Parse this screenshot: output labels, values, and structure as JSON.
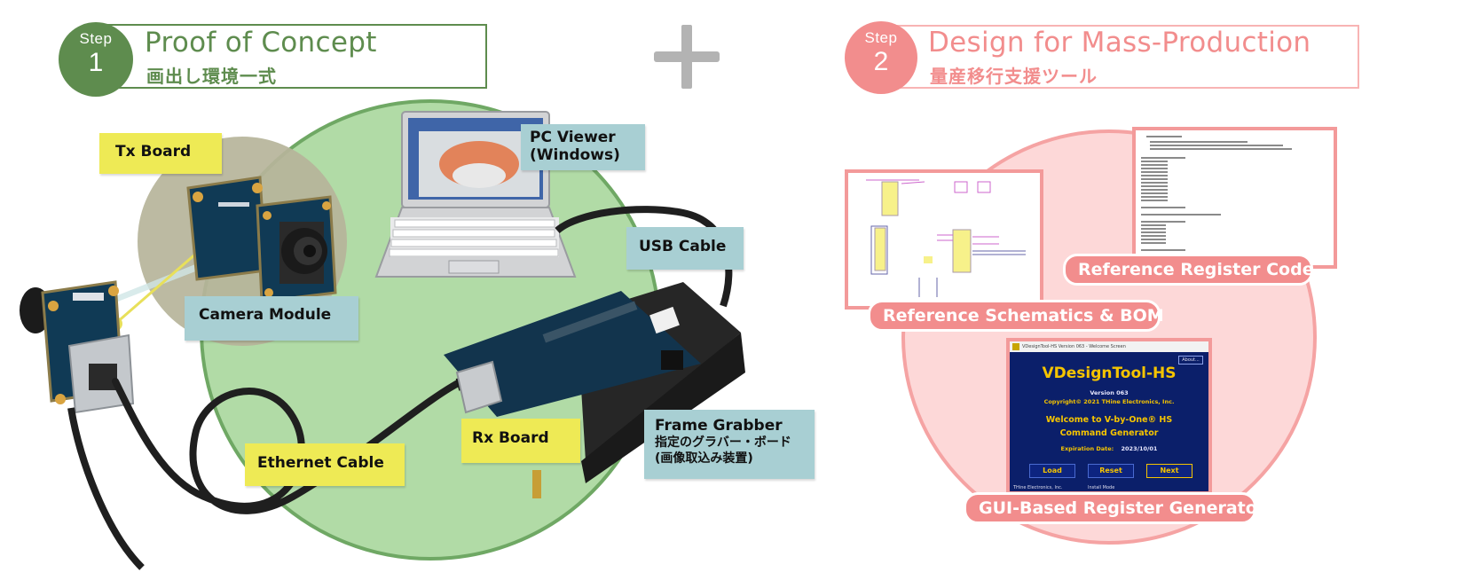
{
  "step1": {
    "step_word": "Step",
    "number": "1",
    "title": "Proof of Concept",
    "subtitle": "画出し環境一式",
    "color": "#5e8c4e",
    "circle_bg": "#b1dba6"
  },
  "plus_symbol": "plus-icon",
  "step2": {
    "step_word": "Step",
    "number": "2",
    "title": "Design for Mass-Production",
    "subtitle": "量産移行支援ツール",
    "color": "#f28d8d",
    "circle_bg": "#fdd8d8"
  },
  "step1_labels": {
    "tx_board": "Tx Board",
    "camera_module": "Camera Module",
    "pc_viewer": "PC Viewer",
    "pc_viewer_os": "(Windows)",
    "usb_cable": "USB Cable",
    "ethernet_cable": "Ethernet Cable",
    "rx_board": "Rx Board",
    "frame_grabber": "Frame Grabber",
    "frame_grabber_jp1": "指定のグラバー・ボード",
    "frame_grabber_jp2": "(画像取込み装置)"
  },
  "step2_labels": {
    "register_code": "Reference Register Code",
    "schematics": "Reference Schematics & BOM",
    "gui_generator": "GUI-Based Register Generator"
  },
  "gui_window": {
    "titlebar": "VDesignTool-HS Version 063 - Welcome Screen",
    "about_button": "About...",
    "title": "VDesignTool-HS",
    "version": "Version 063",
    "copyright": "Copyright© 2021 THine Electronics, Inc.",
    "welcome_line1": "Welcome to V-by-One® HS",
    "welcome_line2": "Command Generator",
    "expiration_label": "Expiration Date:",
    "expiration_value": "2023/10/01",
    "buttons": [
      "Load",
      "Reset",
      "Next"
    ],
    "footer_left": "THine Electronics, Inc.",
    "footer_mid": "Install Mode"
  },
  "colors": {
    "green_accent": "#5e8c4e",
    "pink_accent": "#f28d8d",
    "yellow_tag": "#eeea55",
    "blue_tag": "#a8cfd3",
    "plus_gray": "#b3b3b3"
  }
}
